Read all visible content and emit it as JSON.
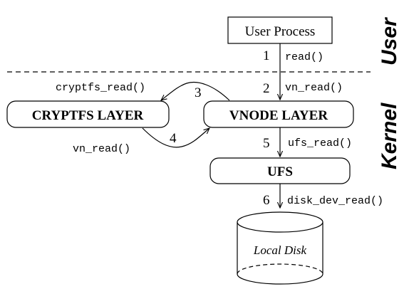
{
  "regions": {
    "user": "User",
    "kernel": "Kernel"
  },
  "nodes": {
    "user_process": "User Process",
    "cryptfs_layer": "CRYPTFS LAYER",
    "vnode_layer": "VNODE LAYER",
    "ufs": "UFS",
    "local_disk": "Local Disk"
  },
  "steps": [
    {
      "num": "1",
      "call": "read()"
    },
    {
      "num": "2",
      "call": "vn_read()"
    },
    {
      "num": "3",
      "call": "cryptfs_read()"
    },
    {
      "num": "4",
      "call": "vn_read()"
    },
    {
      "num": "5",
      "call": "ufs_read()"
    },
    {
      "num": "6",
      "call": "disk_dev_read()"
    }
  ]
}
